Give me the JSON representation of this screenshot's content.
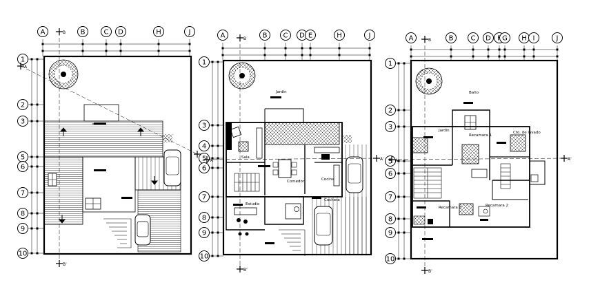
{
  "plans": [
    {
      "id": "roof",
      "col_labels": [
        "A",
        "B",
        "C",
        "D",
        "H",
        "J"
      ],
      "row_labels": [
        "1",
        "2",
        "3",
        "5",
        "6",
        "7",
        "8",
        "9",
        "10"
      ],
      "section_marks": {
        "top": "B",
        "bottom": "B'",
        "left": "A",
        "right": "A'"
      },
      "rooms": []
    },
    {
      "id": "ground",
      "col_labels": [
        "A",
        "B",
        "C",
        "D",
        "E",
        "H",
        "J"
      ],
      "row_labels": [
        "1",
        "3",
        "4",
        "5",
        "6",
        "7",
        "8",
        "9",
        "10"
      ],
      "section_marks": {
        "top": "B",
        "bottom": "B'",
        "left": "A",
        "right": "A'"
      },
      "rooms": [
        "Jardin",
        "Sala",
        "Comedor",
        "Cocina",
        "Estudio",
        "Cochera"
      ]
    },
    {
      "id": "upper",
      "col_labels": [
        "A",
        "B",
        "C",
        "D",
        "F",
        "G",
        "H",
        "I",
        "J"
      ],
      "row_labels": [
        "1",
        "2",
        "3",
        "5",
        "6",
        "7",
        "8",
        "9",
        "10"
      ],
      "section_marks": {
        "top": "B",
        "bottom": "B'",
        "left": "A",
        "right": "A'"
      },
      "rooms": [
        "Jardin",
        "Recamara 1",
        "Cto. de lavado",
        "Recamara 3",
        "Recamara 2",
        "Baño"
      ]
    }
  ]
}
